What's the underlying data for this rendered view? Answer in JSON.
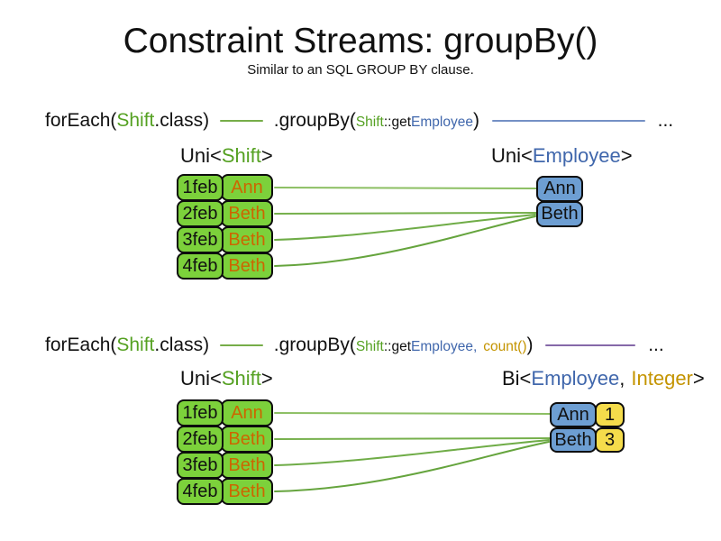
{
  "title": "Constraint Streams: groupBy()",
  "subtitle": "Similar to an SQL GROUP BY clause.",
  "code1": {
    "foreach": "forEach(",
    "shift": "Shift",
    "class_part": ".class)",
    "groupby": ".groupBy(",
    "arg_shift": "Shift",
    "arg_getter": "::get",
    "arg_employee": "Employee",
    "close_paren": ")",
    "ellipsis": "..."
  },
  "code2": {
    "foreach": "forEach(",
    "shift": "Shift",
    "class_part": ".class)",
    "groupby": ".groupBy(",
    "arg_shift": "Shift",
    "arg_getter": "::get",
    "arg_employee": "Employee,",
    "arg_count": "count()",
    "close_paren": ")",
    "ellipsis": "..."
  },
  "section1": {
    "left_label": {
      "pre": "Uni<",
      "type": "Shift",
      "post": ">"
    },
    "right_label": {
      "pre": "Uni<",
      "type": "Employee",
      "post": ">"
    },
    "rows": [
      {
        "date": "1feb",
        "name": "Ann"
      },
      {
        "date": "2feb",
        "name": "Beth"
      },
      {
        "date": "3feb",
        "name": "Beth"
      },
      {
        "date": "4feb",
        "name": "Beth"
      }
    ],
    "groups": [
      {
        "name": "Ann"
      },
      {
        "name": "Beth"
      }
    ]
  },
  "section2": {
    "left_label": {
      "pre": "Uni<",
      "type": "Shift",
      "post": ">"
    },
    "right_label": {
      "pre": "Bi<",
      "type1": "Employee",
      "sep": ",",
      "type2": "Integer",
      "post": ">"
    },
    "rows": [
      {
        "date": "1feb",
        "name": "Ann"
      },
      {
        "date": "2feb",
        "name": "Beth"
      },
      {
        "date": "3feb",
        "name": "Beth"
      },
      {
        "date": "4feb",
        "name": "Beth"
      }
    ],
    "groups": [
      {
        "name": "Ann",
        "count": "1"
      },
      {
        "name": "Beth",
        "count": "3"
      }
    ]
  },
  "colors": {
    "code_green": "#55A122",
    "code_blue": "#4067AC",
    "code_gold": "#C49400",
    "box_green": "#7CD13B",
    "box_blue": "#6D9ED2",
    "box_yellow": "#F5DC4B",
    "name_orange": "#CC6600",
    "connector_green": "#6FAC47",
    "connector_green_light": "#8CBF63",
    "connector_blue": "#7490C5",
    "connector_purple": "#8568A8"
  }
}
